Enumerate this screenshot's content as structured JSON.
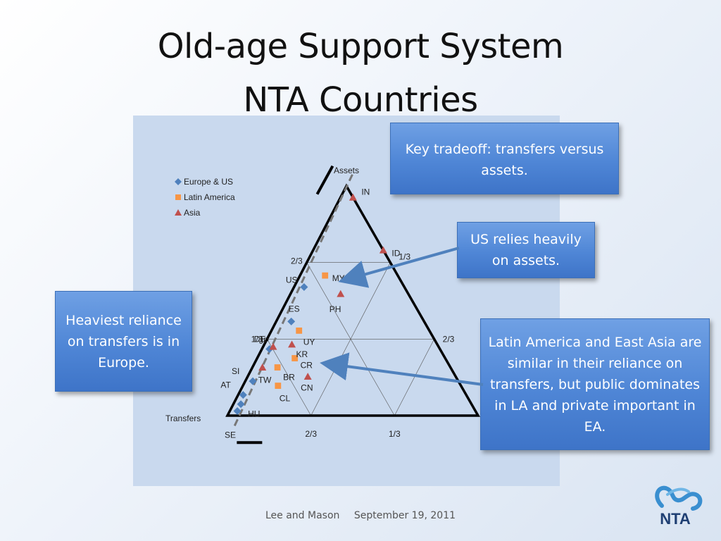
{
  "slide": {
    "title_line1": "Old-age Support System",
    "title_line2": "NTA Countries",
    "footer_authors": "Lee and Mason",
    "footer_date": "September 19, 2011",
    "logo_text": "NTA"
  },
  "callouts": {
    "key_tradeoff": "Key tradeoff:  transfers versus assets.",
    "us_assets": "US relies heavily on assets.",
    "europe_transfers": "Heaviest reliance on transfers is in Europe.",
    "la_asia": "Latin America and East Asia are similar in their reliance on transfers, but public dominates in LA and private important in EA."
  },
  "colors": {
    "europe_us": "#4f81bd",
    "latin_america": "#f79646",
    "asia": "#c0504d",
    "callout_fill": "#4f86d6",
    "panel": "#c9d9ee"
  },
  "chart_data": {
    "type": "scatter",
    "subtype": "ternary",
    "vertex_labels": {
      "top": "Assets",
      "left": "Transfers"
    },
    "tick_labels": {
      "left_edge": [
        "2/3",
        "1/3"
      ],
      "right_edge": [
        "1/3",
        "2/3"
      ],
      "bottom_edge": [
        "2/3",
        "1/3"
      ]
    },
    "legend": [
      "Europe & US",
      "Latin America",
      "Asia"
    ],
    "legend_position": "top-left",
    "grid": true,
    "series": [
      {
        "name": "Europe & US",
        "marker": "diamond",
        "points": [
          {
            "label": "US",
            "assets": 0.56,
            "transfers": 0.4
          },
          {
            "label": "ES",
            "assets": 0.41,
            "transfers": 0.53
          },
          {
            "label": "DE",
            "assets": 0.29,
            "transfers": 0.68
          },
          {
            "label": "SI",
            "assets": 0.15,
            "transfers": 0.82
          },
          {
            "label": "AT",
            "assets": 0.09,
            "transfers": 0.89
          },
          {
            "label": "HU",
            "assets": 0.05,
            "transfers": 0.92
          },
          {
            "label": "SE",
            "assets": 0.02,
            "transfers": 0.95
          }
        ]
      },
      {
        "name": "Latin America",
        "marker": "square",
        "points": [
          {
            "label": "MY",
            "assets": 0.61,
            "transfers": 0.29
          },
          {
            "label": "UY",
            "assets": 0.37,
            "transfers": 0.52
          },
          {
            "label": "CR",
            "assets": 0.25,
            "transfers": 0.6
          },
          {
            "label": "BR",
            "assets": 0.21,
            "transfers": 0.69
          },
          {
            "label": "CL",
            "assets": 0.13,
            "transfers": 0.73
          }
        ]
      },
      {
        "name": "Asia",
        "marker": "triangle",
        "points": [
          {
            "label": "IN",
            "assets": 0.95,
            "transfers": 0.0
          },
          {
            "label": "ID",
            "assets": 0.72,
            "transfers": 0.0
          },
          {
            "label": "PH",
            "assets": 0.53,
            "transfers": 0.27
          },
          {
            "label": "KR",
            "assets": 0.31,
            "transfers": 0.58
          },
          {
            "label": "JP",
            "assets": 0.3,
            "transfers": 0.66
          },
          {
            "label": "TW",
            "assets": 0.21,
            "transfers": 0.75
          },
          {
            "label": "CN",
            "assets": 0.17,
            "transfers": 0.59
          }
        ]
      }
    ],
    "tradeoff_line": {
      "assets_start": 1.05,
      "assets_end": -0.05,
      "transfers_start": -0.05,
      "transfers_end": 1.0
    }
  }
}
